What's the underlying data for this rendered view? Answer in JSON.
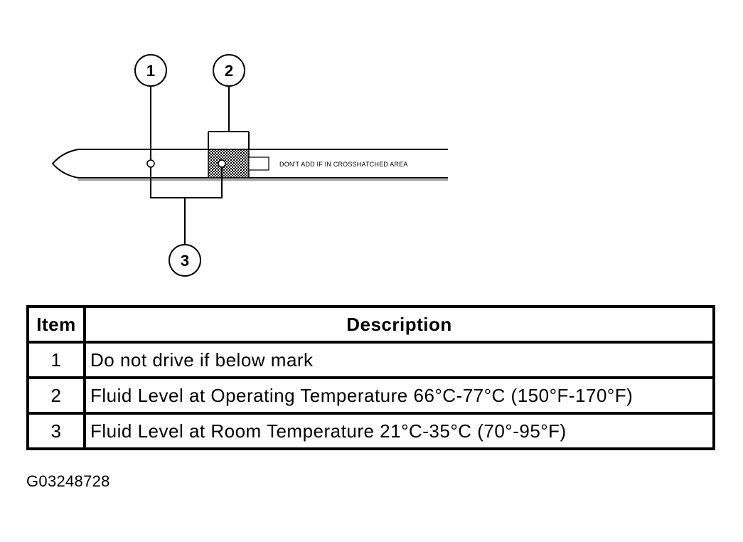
{
  "callouts": [
    "1",
    "2",
    "3"
  ],
  "dipstick_note": "DON'T ADD IF IN CROSSHATCHED AREA",
  "table": {
    "headers": [
      "Item",
      "Description"
    ],
    "rows": [
      {
        "item": "1",
        "description": "Do not drive if below mark"
      },
      {
        "item": "2",
        "description": "Fluid Level at Operating Temperature 66°C-77°C (150°F-170°F)"
      },
      {
        "item": "3",
        "description": "Fluid Level at Room Temperature 21°C-35°C (70°-95°F)"
      }
    ]
  },
  "figure_id": "G03248728"
}
